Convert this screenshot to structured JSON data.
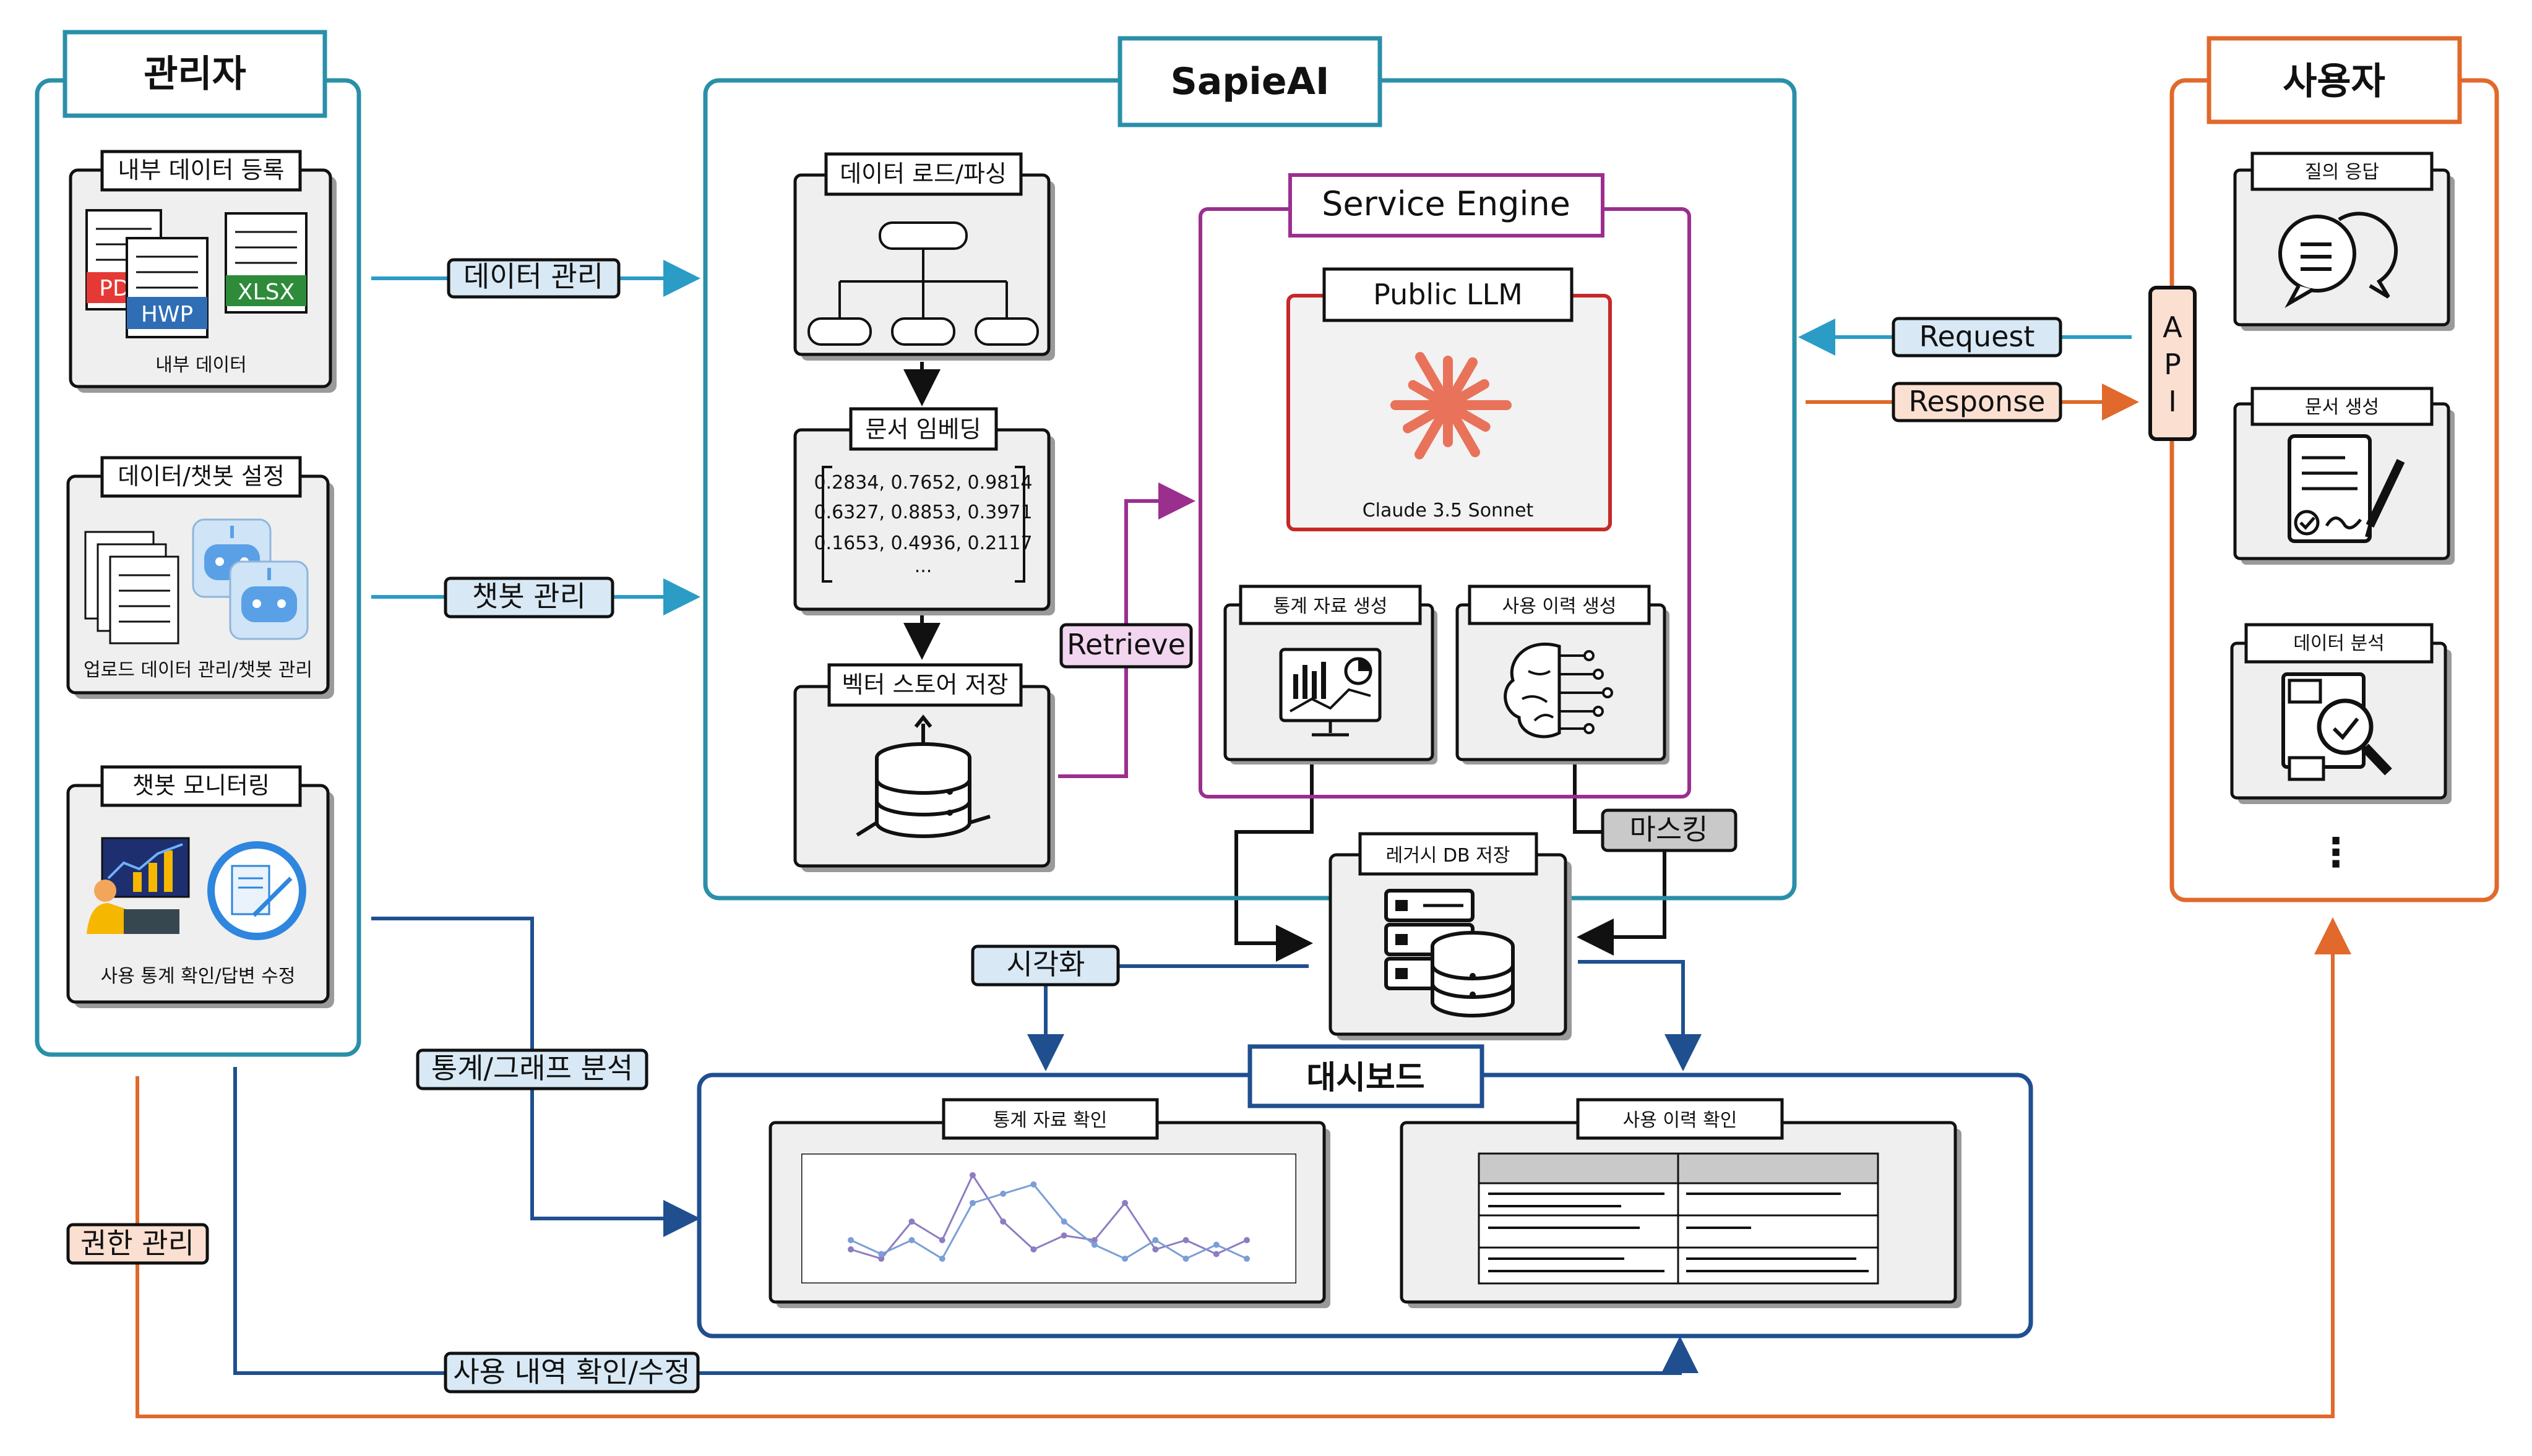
{
  "colors": {
    "teal": "#2a8fa8",
    "cyan_arrow": "#2a9cc6",
    "orange": "#e0692b",
    "purple": "#9b2f8e",
    "red": "#c62828",
    "navy": "#1f4f8f",
    "light_blue": "#d8e9f5",
    "light_orange": "#fbe0d2",
    "light_pink": "#f2d6ef",
    "grey_tag": "#c9c9c9",
    "claude": "#e8735a"
  },
  "admin": {
    "title": "관리자",
    "data_register": {
      "title": "내부 데이터 등록",
      "caption": "내부 데이터",
      "file_pdf": "PD",
      "file_hwp": "HWP",
      "file_xlsx": "XLSX"
    },
    "chatbot_setting": {
      "title": "데이터/챗봇 설정",
      "caption": "업로드 데이터 관리/챗봇 관리"
    },
    "chatbot_monitoring": {
      "title": "챗봇 모니터링",
      "caption": "사용 통계 확인/답변 수정"
    }
  },
  "sapie": {
    "title": "SapieAI",
    "data_load": {
      "title": "데이터 로드/파싱"
    },
    "embedding": {
      "title": "문서 임베딩",
      "rows": [
        "0.2834, 0.7652, 0.9814",
        "0.6327, 0.8853, 0.3971",
        "0.1653, 0.4936, 0.2117",
        "..."
      ]
    },
    "vector_store": {
      "title": "벡터 스토어 저장"
    },
    "retrieve_label": "Retrieve",
    "service_engine": {
      "title": "Service Engine",
      "llm_title": "Public LLM",
      "llm_model": "Claude 3.5 Sonnet",
      "stats": {
        "title": "통계 자료 생성"
      },
      "history": {
        "title": "사용 이력 생성"
      }
    }
  },
  "user": {
    "title": "사용자",
    "qa": {
      "title": "질의 응답"
    },
    "doc_gen": {
      "title": "문서 생성"
    },
    "data_analysis": {
      "title": "데이터 분석"
    },
    "more": "⋮"
  },
  "api": {
    "letters": [
      "A",
      "P",
      "I"
    ]
  },
  "flows": {
    "request": "Request",
    "response": "Response",
    "data_manage": "데이터 관리",
    "chatbot_manage": "챗봇 관리",
    "stats_graph": "통계/그래프 분석",
    "permission": "권한 관리",
    "usage_check": "사용 내역 확인/수정",
    "visualize": "시각화",
    "masking": "마스킹"
  },
  "legacy_db": {
    "title": "레거시 DB 저장"
  },
  "dashboard": {
    "title": "대시보드",
    "stats_check": {
      "title": "통계 자료 확인"
    },
    "history_check": {
      "title": "사용 이력 확인"
    }
  },
  "chart_data": {
    "type": "line",
    "title": "",
    "x": [
      1,
      2,
      3,
      4,
      5,
      6,
      7,
      8,
      9,
      10,
      11,
      12,
      13,
      14
    ],
    "series": [
      {
        "values": [
          0.2,
          0.1,
          0.5,
          0.3,
          1.0,
          0.5,
          0.2,
          0.35,
          0.3,
          0.7,
          0.2,
          0.3,
          0.15,
          0.3
        ],
        "color": "#8e7cc3"
      },
      {
        "values": [
          0.3,
          0.15,
          0.3,
          0.1,
          0.7,
          0.8,
          0.9,
          0.5,
          0.25,
          0.1,
          0.3,
          0.1,
          0.25,
          0.1
        ],
        "color": "#7b9ed6"
      }
    ],
    "ylim": [
      0,
      1.1
    ],
    "grid": false
  }
}
